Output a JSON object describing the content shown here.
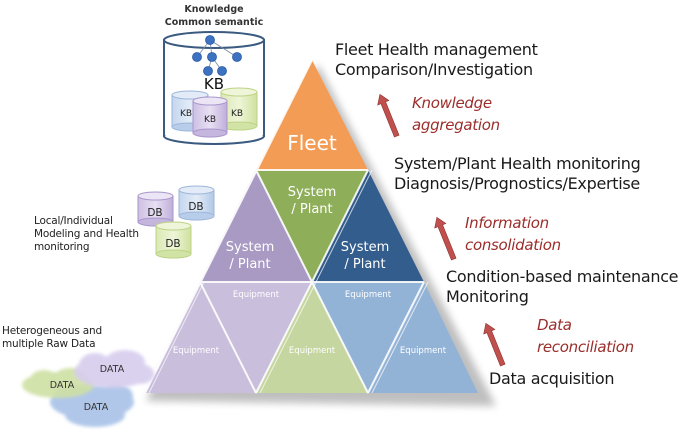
{
  "knowledge_base": {
    "title_line1": "Knowledge",
    "title_line2": "Common semantic",
    "main_label": "KB",
    "sub_labels": [
      "KB",
      "KB",
      "KB"
    ]
  },
  "databases": {
    "labels": [
      "DB",
      "DB",
      "DB"
    ],
    "caption_line1": "Local/Individual",
    "caption_line2": "Modeling and Health",
    "caption_line3": "monitoring"
  },
  "raw_data": {
    "caption_line1": "Heterogeneous and",
    "caption_line2": "multiple Raw Data",
    "clouds": [
      "DATA",
      "DATA",
      "DATA"
    ]
  },
  "pyramid": {
    "top": "Fleet",
    "middle": [
      "System\n/ Plant",
      "System\n/ Plant",
      "System\n/ Plant"
    ],
    "bottom": [
      "Equipment",
      "Equipment",
      "Equipment",
      "Equipment",
      "Equipment"
    ],
    "colors": {
      "fleet": "#f39c56",
      "system_left": "#a99ac4",
      "system_mid": "#8fae5a",
      "system_right": "#325d8d",
      "equip_purple": "#c9bedc",
      "equip_green": "#c6d6a0",
      "equip_blue": "#93b3d6"
    }
  },
  "levels": [
    {
      "line1": "Fleet Health management",
      "line2": "Comparison/Investigation"
    },
    {
      "line1": "System/Plant Health monitoring",
      "line2": "Diagnosis/Prognostics/Expertise"
    },
    {
      "line1": "Condition-based maintenance",
      "line2": "Monitoring"
    },
    {
      "line1": "Data acquisition",
      "line2": ""
    }
  ],
  "processes": [
    {
      "line1": "Knowledge",
      "line2": "aggregation"
    },
    {
      "line1": "Information",
      "line2": "consolidation"
    },
    {
      "line1": "Data",
      "line2": "reconciliation"
    }
  ],
  "arrow_color": "#c0504d"
}
